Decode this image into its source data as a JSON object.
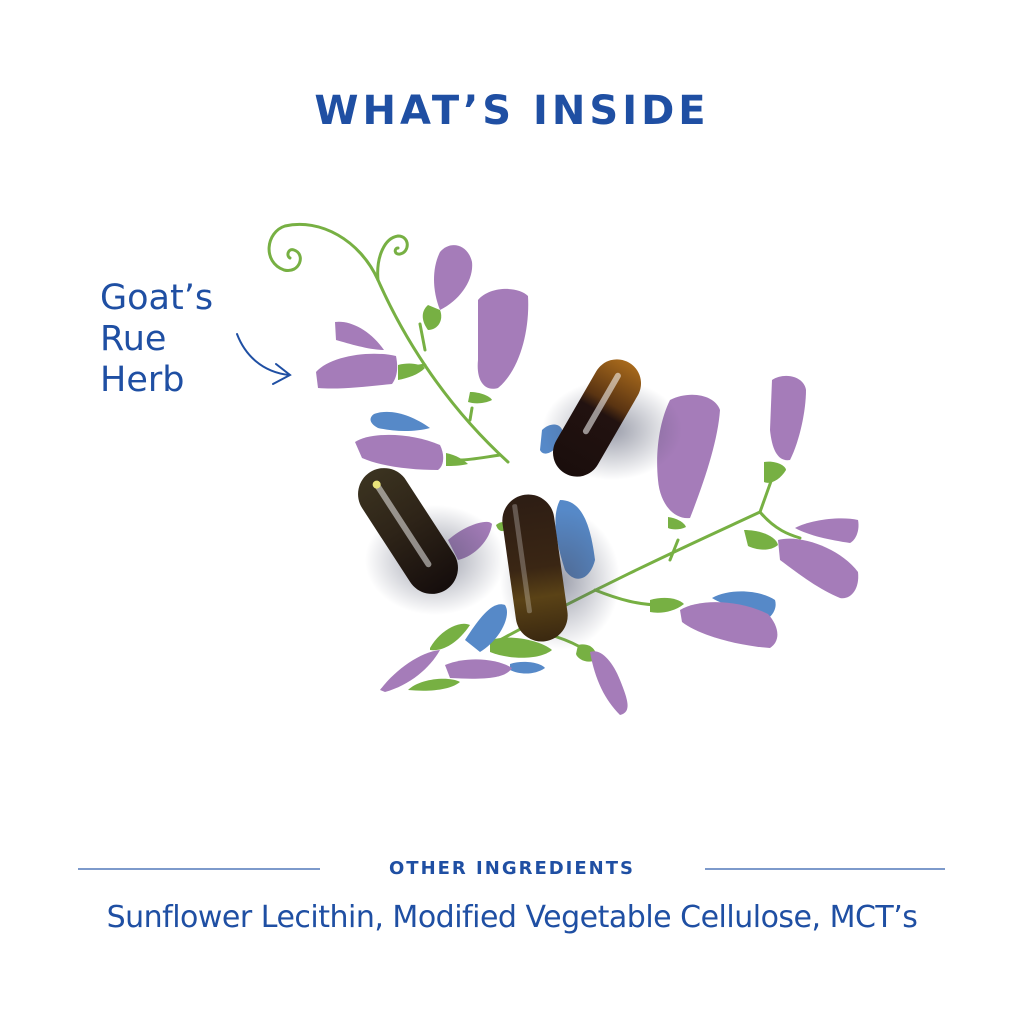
{
  "header": {
    "title": "WHAT’S INSIDE"
  },
  "ingredient_label": {
    "lines": [
      "Goat’s",
      "Rue",
      "Herb"
    ]
  },
  "other_ingredients": {
    "title": "OTHER INGREDIENTS",
    "list": "Sunflower Lecithin, Modified Vegetable Cellulose, MCT’s"
  },
  "colors": {
    "brand_blue": "#1f4fa3",
    "petal_purple": "#a57cb9",
    "petal_blue": "#5689c8",
    "stem_green": "#77b043",
    "capsule_dark": "#2a1a12",
    "divider": "#7d9acb"
  }
}
